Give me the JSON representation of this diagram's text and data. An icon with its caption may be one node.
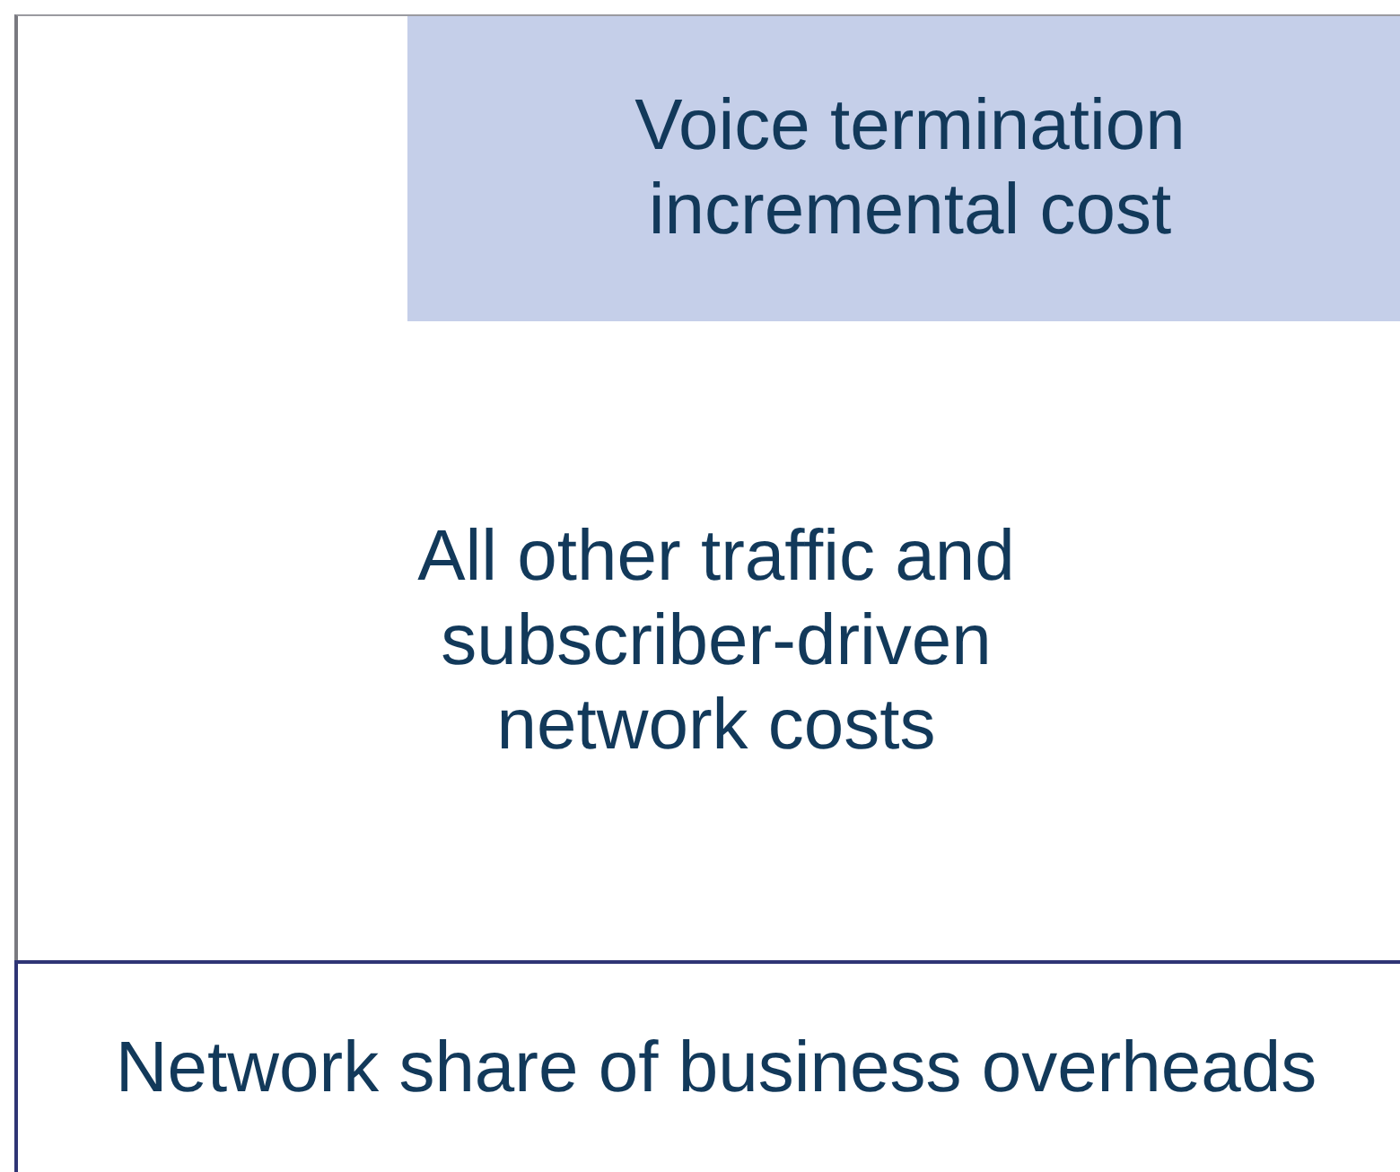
{
  "diagram": {
    "nodes": [
      {
        "text": [
          "All other traffic and subscriber-driven network costs"
        ]
      },
      {
        "text": [
          "Voice termination incremental cost"
        ],
        "in": 0
      },
      {
        "text": [
          "Network share of business overheads"
        ]
      }
    ]
  }
}
